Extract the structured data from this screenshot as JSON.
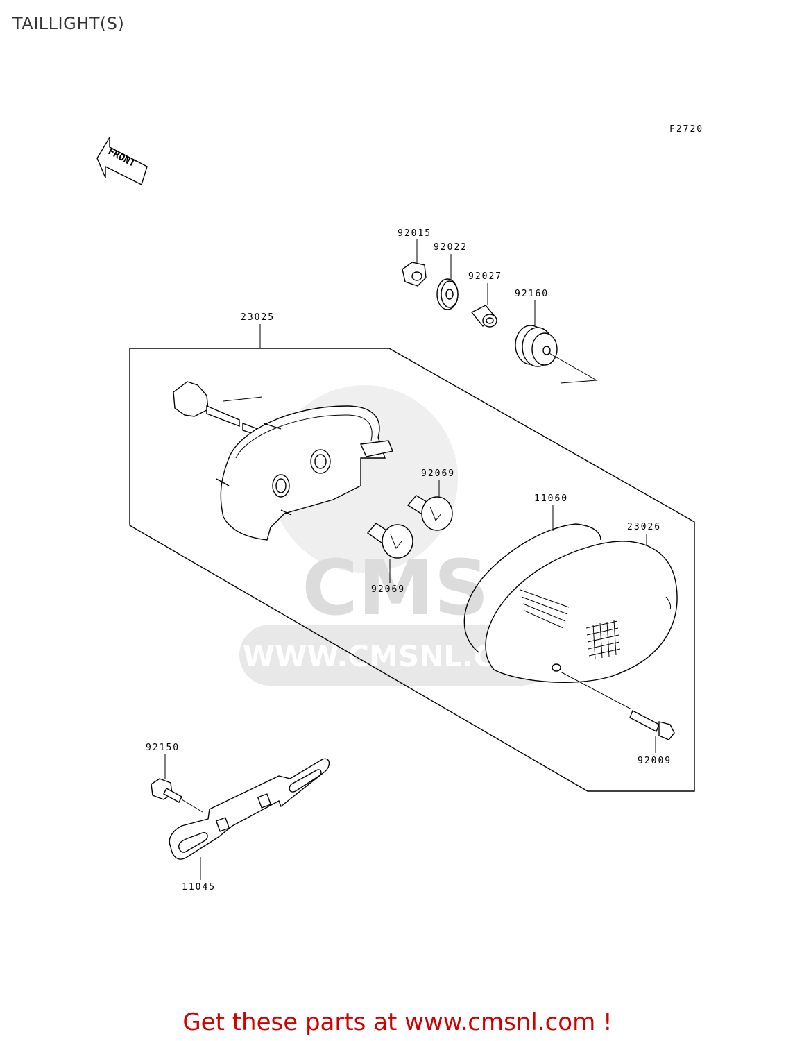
{
  "page_title": "TAILLIGHT(S)",
  "figure_code": "F2720",
  "front_arrow_label": "FRONT",
  "watermark": {
    "logo_text": "CMS",
    "url_text": "WWW.CMSNL.COM"
  },
  "parts": {
    "p92015": "92015",
    "p92022": "92022",
    "p92027": "92027",
    "p92160": "92160",
    "p23025": "23025",
    "p92069_upper": "92069",
    "p92069_lower": "92069",
    "p11060": "11060",
    "p23026": "23026",
    "p92009": "92009",
    "p92150": "92150",
    "p11045": "11045"
  },
  "footer": "Get these parts at www.cmsnl.com !",
  "colors": {
    "footer": "#d10000",
    "title": "#333333",
    "watermark": "#e2e2e2"
  }
}
